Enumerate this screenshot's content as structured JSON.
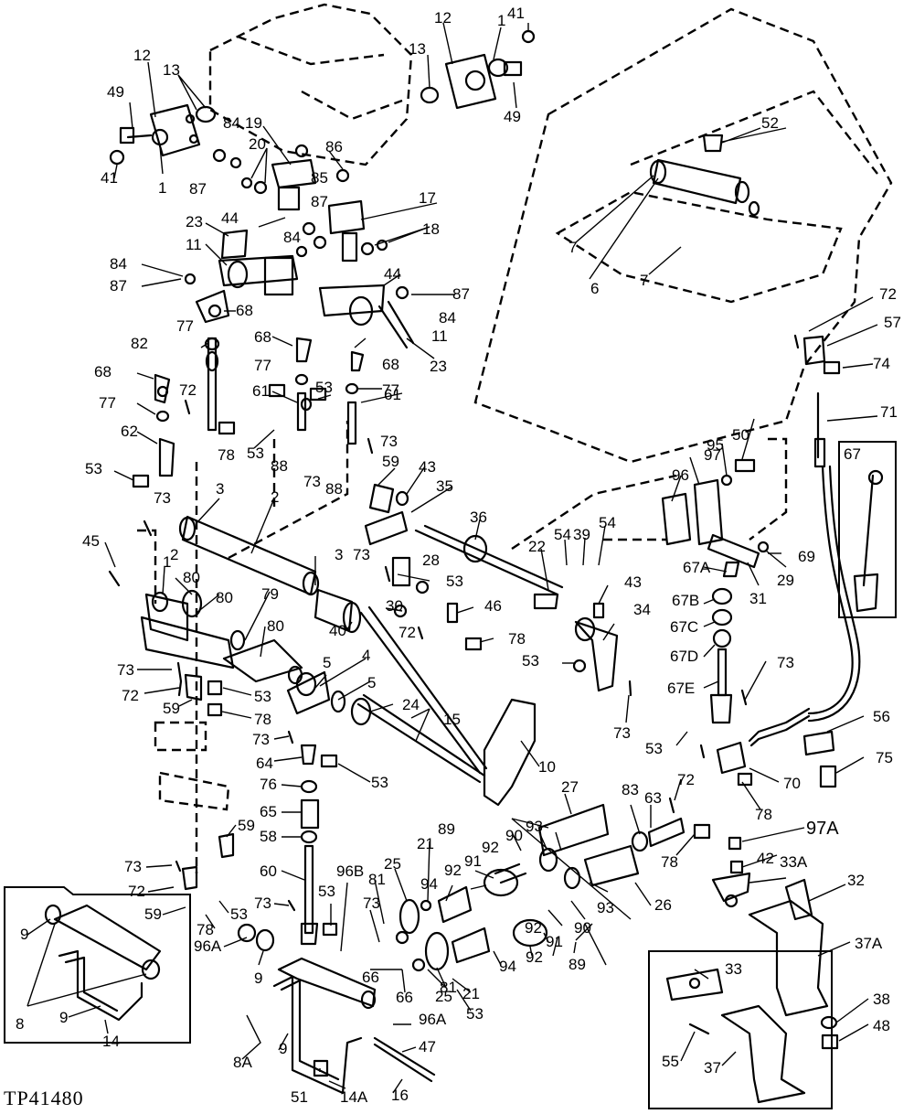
{
  "figure_code": "TP41480",
  "callouts": [
    {
      "id": "c1",
      "text": "49"
    },
    {
      "id": "c2",
      "text": "12"
    },
    {
      "id": "c3",
      "text": "13"
    },
    {
      "id": "c4",
      "text": "41"
    },
    {
      "id": "c5",
      "text": "1"
    },
    {
      "id": "c6",
      "text": "84"
    },
    {
      "id": "c7",
      "text": "19"
    },
    {
      "id": "c8",
      "text": "20"
    },
    {
      "id": "c9",
      "text": "86"
    },
    {
      "id": "c10",
      "text": "87"
    },
    {
      "id": "c11",
      "text": "85"
    },
    {
      "id": "c12",
      "text": "87"
    },
    {
      "id": "c13",
      "text": "17"
    },
    {
      "id": "c14",
      "text": "18"
    },
    {
      "id": "c15",
      "text": "23"
    },
    {
      "id": "c16",
      "text": "44"
    },
    {
      "id": "c17",
      "text": "11"
    },
    {
      "id": "c18",
      "text": "84"
    },
    {
      "id": "c19",
      "text": "84"
    },
    {
      "id": "c20",
      "text": "87"
    },
    {
      "id": "c21",
      "text": "68"
    },
    {
      "id": "c22",
      "text": "44"
    },
    {
      "id": "c23",
      "text": "87"
    },
    {
      "id": "c24",
      "text": "84"
    },
    {
      "id": "c25",
      "text": "11"
    },
    {
      "id": "c26",
      "text": "77"
    },
    {
      "id": "c27",
      "text": "68"
    },
    {
      "id": "c28",
      "text": "68"
    },
    {
      "id": "c29",
      "text": "23"
    },
    {
      "id": "c30",
      "text": "82"
    },
    {
      "id": "c31",
      "text": "77"
    },
    {
      "id": "c32",
      "text": "77"
    },
    {
      "id": "c33",
      "text": "68"
    },
    {
      "id": "c34",
      "text": "72"
    },
    {
      "id": "c35",
      "text": "61"
    },
    {
      "id": "c36",
      "text": "53"
    },
    {
      "id": "c37",
      "text": "61"
    },
    {
      "id": "c38",
      "text": "77"
    },
    {
      "id": "c39",
      "text": "62"
    },
    {
      "id": "c40",
      "text": "78"
    },
    {
      "id": "c41",
      "text": "53"
    },
    {
      "id": "c42",
      "text": "88"
    },
    {
      "id": "c43",
      "text": "73"
    },
    {
      "id": "c44",
      "text": "88"
    },
    {
      "id": "c45",
      "text": "73"
    },
    {
      "id": "c46",
      "text": "53"
    },
    {
      "id": "c47",
      "text": "73"
    },
    {
      "id": "c48",
      "text": "59"
    },
    {
      "id": "c49",
      "text": "43"
    },
    {
      "id": "c50",
      "text": "35"
    },
    {
      "id": "c51",
      "text": "3"
    },
    {
      "id": "c52",
      "text": "2"
    },
    {
      "id": "c53",
      "text": "45"
    },
    {
      "id": "c54",
      "text": "36"
    },
    {
      "id": "c55",
      "text": "2"
    },
    {
      "id": "c56",
      "text": "1"
    },
    {
      "id": "c57",
      "text": "3"
    },
    {
      "id": "c58",
      "text": "73"
    },
    {
      "id": "c59",
      "text": "28"
    },
    {
      "id": "c60",
      "text": "53"
    },
    {
      "id": "c61",
      "text": "80"
    },
    {
      "id": "c62",
      "text": "79"
    },
    {
      "id": "c63",
      "text": "80"
    },
    {
      "id": "c64",
      "text": "30"
    },
    {
      "id": "c65",
      "text": "40"
    },
    {
      "id": "c66",
      "text": "80"
    },
    {
      "id": "c67",
      "text": "72"
    },
    {
      "id": "c68",
      "text": "46"
    },
    {
      "id": "c69",
      "text": "78"
    },
    {
      "id": "c70",
      "text": "4"
    },
    {
      "id": "c71",
      "text": "5"
    },
    {
      "id": "c72",
      "text": "5"
    },
    {
      "id": "c73",
      "text": "73"
    },
    {
      "id": "c74",
      "text": "72"
    },
    {
      "id": "c75",
      "text": "59"
    },
    {
      "id": "c76",
      "text": "53"
    },
    {
      "id": "c77",
      "text": "78"
    },
    {
      "id": "c78",
      "text": "24"
    },
    {
      "id": "c79",
      "text": "15"
    },
    {
      "id": "c80",
      "text": "73"
    },
    {
      "id": "c81",
      "text": "64"
    },
    {
      "id": "c82",
      "text": "53"
    },
    {
      "id": "c83",
      "text": "76"
    },
    {
      "id": "c84",
      "text": "65"
    },
    {
      "id": "c85",
      "text": "58"
    },
    {
      "id": "c86",
      "text": "59"
    },
    {
      "id": "c87",
      "text": "60"
    },
    {
      "id": "c88",
      "text": "73"
    },
    {
      "id": "c89",
      "text": "72"
    },
    {
      "id": "c90",
      "text": "59"
    },
    {
      "id": "c91",
      "text": "53"
    },
    {
      "id": "c92",
      "text": "78"
    },
    {
      "id": "c93",
      "text": "73"
    },
    {
      "id": "c94",
      "text": "96B"
    },
    {
      "id": "c95",
      "text": "53"
    },
    {
      "id": "c96",
      "text": "96A"
    },
    {
      "id": "c97",
      "text": "9"
    },
    {
      "id": "c98",
      "text": "8A"
    },
    {
      "id": "c99",
      "text": "9"
    },
    {
      "id": "c100",
      "text": "14A"
    },
    {
      "id": "c101",
      "text": "51"
    },
    {
      "id": "c102",
      "text": "16"
    },
    {
      "id": "c103",
      "text": "9"
    },
    {
      "id": "c104",
      "text": "8"
    },
    {
      "id": "c105",
      "text": "9"
    },
    {
      "id": "c106",
      "text": "14"
    },
    {
      "id": "c107",
      "text": "12"
    },
    {
      "id": "c108",
      "text": "1"
    },
    {
      "id": "c109",
      "text": "41"
    },
    {
      "id": "c110",
      "text": "13"
    },
    {
      "id": "c111",
      "text": "49"
    },
    {
      "id": "c112",
      "text": "52"
    },
    {
      "id": "c113",
      "text": "7"
    },
    {
      "id": "c114",
      "text": "6"
    },
    {
      "id": "c115",
      "text": "7"
    },
    {
      "id": "c116",
      "text": "72"
    },
    {
      "id": "c117",
      "text": "57"
    },
    {
      "id": "c118",
      "text": "74"
    },
    {
      "id": "c119",
      "text": "71"
    },
    {
      "id": "c120",
      "text": "97"
    },
    {
      "id": "c121",
      "text": "95"
    },
    {
      "id": "c122",
      "text": "50"
    },
    {
      "id": "c123",
      "text": "96"
    },
    {
      "id": "c124",
      "text": "67"
    },
    {
      "id": "c125",
      "text": "69"
    },
    {
      "id": "c126",
      "text": "67A"
    },
    {
      "id": "c127",
      "text": "29"
    },
    {
      "id": "c128",
      "text": "31"
    },
    {
      "id": "c129",
      "text": "22"
    },
    {
      "id": "c130",
      "text": "54"
    },
    {
      "id": "c131",
      "text": "39"
    },
    {
      "id": "c132",
      "text": "54"
    },
    {
      "id": "c133",
      "text": "43"
    },
    {
      "id": "c134",
      "text": "34"
    },
    {
      "id": "c135",
      "text": "67B"
    },
    {
      "id": "c136",
      "text": "67C"
    },
    {
      "id": "c137",
      "text": "67D"
    },
    {
      "id": "c138",
      "text": "53"
    },
    {
      "id": "c139",
      "text": "73"
    },
    {
      "id": "c140",
      "text": "67E"
    },
    {
      "id": "c141",
      "text": "10"
    },
    {
      "id": "c142",
      "text": "73"
    },
    {
      "id": "c143",
      "text": "53"
    },
    {
      "id": "c144",
      "text": "56"
    },
    {
      "id": "c145",
      "text": "75"
    },
    {
      "id": "c146",
      "text": "70"
    },
    {
      "id": "c147",
      "text": "72"
    },
    {
      "id": "c148",
      "text": "78"
    },
    {
      "id": "c149",
      "text": "27"
    },
    {
      "id": "c150",
      "text": "83"
    },
    {
      "id": "c151",
      "text": "63"
    },
    {
      "id": "c152",
      "text": "89"
    },
    {
      "id": "c153",
      "text": "21"
    },
    {
      "id": "c154",
      "text": "92"
    },
    {
      "id": "c155",
      "text": "90"
    },
    {
      "id": "c156",
      "text": "93"
    },
    {
      "id": "c157",
      "text": "25"
    },
    {
      "id": "c158",
      "text": "92"
    },
    {
      "id": "c159",
      "text": "91"
    },
    {
      "id": "c160",
      "text": "94"
    },
    {
      "id": "c161",
      "text": "78"
    },
    {
      "id": "c162",
      "text": "97A"
    },
    {
      "id": "c163",
      "text": "42"
    },
    {
      "id": "c164",
      "text": "33A"
    },
    {
      "id": "c165",
      "text": "93"
    },
    {
      "id": "c166",
      "text": "26"
    },
    {
      "id": "c167",
      "text": "81"
    },
    {
      "id": "c168",
      "text": "73"
    },
    {
      "id": "c169",
      "text": "66"
    },
    {
      "id": "c170",
      "text": "66"
    },
    {
      "id": "c171",
      "text": "81"
    },
    {
      "id": "c172",
      "text": "25"
    },
    {
      "id": "c173",
      "text": "21"
    },
    {
      "id": "c174",
      "text": "53"
    },
    {
      "id": "c175",
      "text": "96A"
    },
    {
      "id": "c176",
      "text": "47"
    },
    {
      "id": "c177",
      "text": "92"
    },
    {
      "id": "c178",
      "text": "91"
    },
    {
      "id": "c179",
      "text": "92"
    },
    {
      "id": "c180",
      "text": "90"
    },
    {
      "id": "c181",
      "text": "94"
    },
    {
      "id": "c182",
      "text": "89"
    },
    {
      "id": "c183",
      "text": "32"
    },
    {
      "id": "c184",
      "text": "37A"
    },
    {
      "id": "c185",
      "text": "33"
    },
    {
      "id": "c186",
      "text": "38"
    },
    {
      "id": "c187",
      "text": "48"
    },
    {
      "id": "c188",
      "text": "55"
    },
    {
      "id": "c189",
      "text": "37"
    }
  ]
}
